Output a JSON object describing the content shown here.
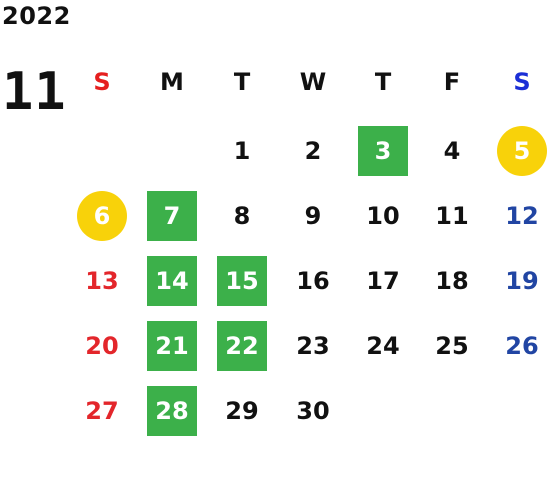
{
  "year": "2022",
  "month": "11",
  "colors": {
    "sunday": "#e3262b",
    "saturday": "#2145a3",
    "weekday": "#111111",
    "green_highlight": "#3cb04a",
    "yellow_highlight": "#f8d20a",
    "highlight_text": "#ffffff",
    "header_sunday": "#e51f1f",
    "header_saturday": "#1b2fd6"
  },
  "weekdays": [
    "S",
    "M",
    "T",
    "W",
    "T",
    "F",
    "S"
  ],
  "weeks": [
    [
      null,
      null,
      {
        "day": "1"
      },
      {
        "day": "2"
      },
      {
        "day": "3",
        "highlight": "green"
      },
      {
        "day": "4"
      },
      {
        "day": "5",
        "highlight": "yellow"
      }
    ],
    [
      {
        "day": "6",
        "highlight": "yellow"
      },
      {
        "day": "7",
        "highlight": "green"
      },
      {
        "day": "8"
      },
      {
        "day": "9"
      },
      {
        "day": "10"
      },
      {
        "day": "11"
      },
      {
        "day": "12"
      }
    ],
    [
      {
        "day": "13"
      },
      {
        "day": "14",
        "highlight": "green"
      },
      {
        "day": "15",
        "highlight": "green"
      },
      {
        "day": "16"
      },
      {
        "day": "17"
      },
      {
        "day": "18"
      },
      {
        "day": "19"
      }
    ],
    [
      {
        "day": "20"
      },
      {
        "day": "21",
        "highlight": "green"
      },
      {
        "day": "22",
        "highlight": "green"
      },
      {
        "day": "23"
      },
      {
        "day": "24"
      },
      {
        "day": "25"
      },
      {
        "day": "26"
      }
    ],
    [
      {
        "day": "27"
      },
      {
        "day": "28",
        "highlight": "green"
      },
      {
        "day": "29"
      },
      {
        "day": "30"
      },
      null,
      null,
      null
    ]
  ]
}
